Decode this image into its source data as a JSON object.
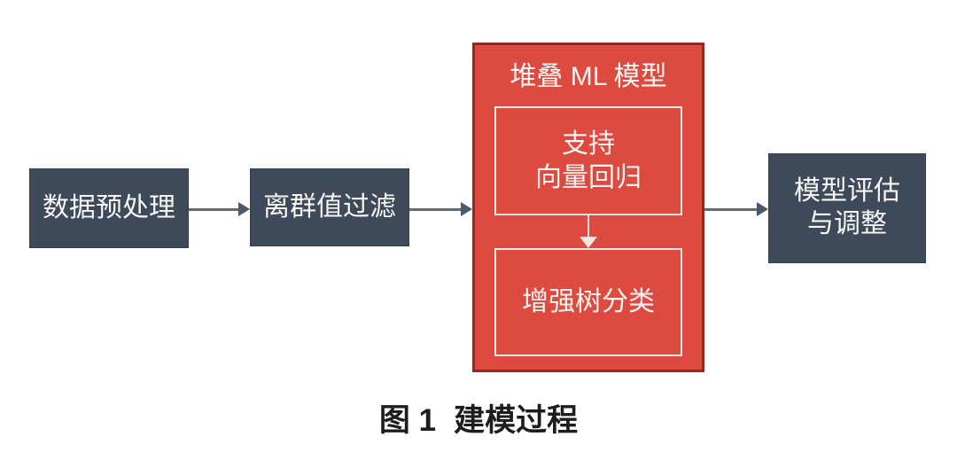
{
  "figure": {
    "caption_prefix": "图 1",
    "caption_title": "建模过程"
  },
  "flow": {
    "nodes": {
      "preprocess": "数据预处理",
      "outlier": "离群值过滤",
      "stack_title": "堆叠 ML 模型",
      "svr_line1": "支持",
      "svr_line2": "向量回归",
      "boosted_tree": "增强树分类",
      "eval_line1": "模型评估",
      "eval_line2": "与调整"
    },
    "edges": [
      {
        "from": "数据预处理",
        "to": "离群值过滤"
      },
      {
        "from": "离群值过滤",
        "to": "堆叠 ML 模型"
      },
      {
        "from": "支持向量回归",
        "to": "增强树分类"
      },
      {
        "from": "堆叠 ML 模型",
        "to": "模型评估与调整"
      }
    ],
    "colors": {
      "node_fill": "#3e4a59",
      "node_text": "#f6f6f4",
      "stack_fill": "#dc4a40",
      "stack_border": "#93291f",
      "inner_border": "#f3e7e3",
      "arrow": "#5d6b7b",
      "caption_text": "#1d1d1d",
      "background": "#ffffff"
    }
  }
}
